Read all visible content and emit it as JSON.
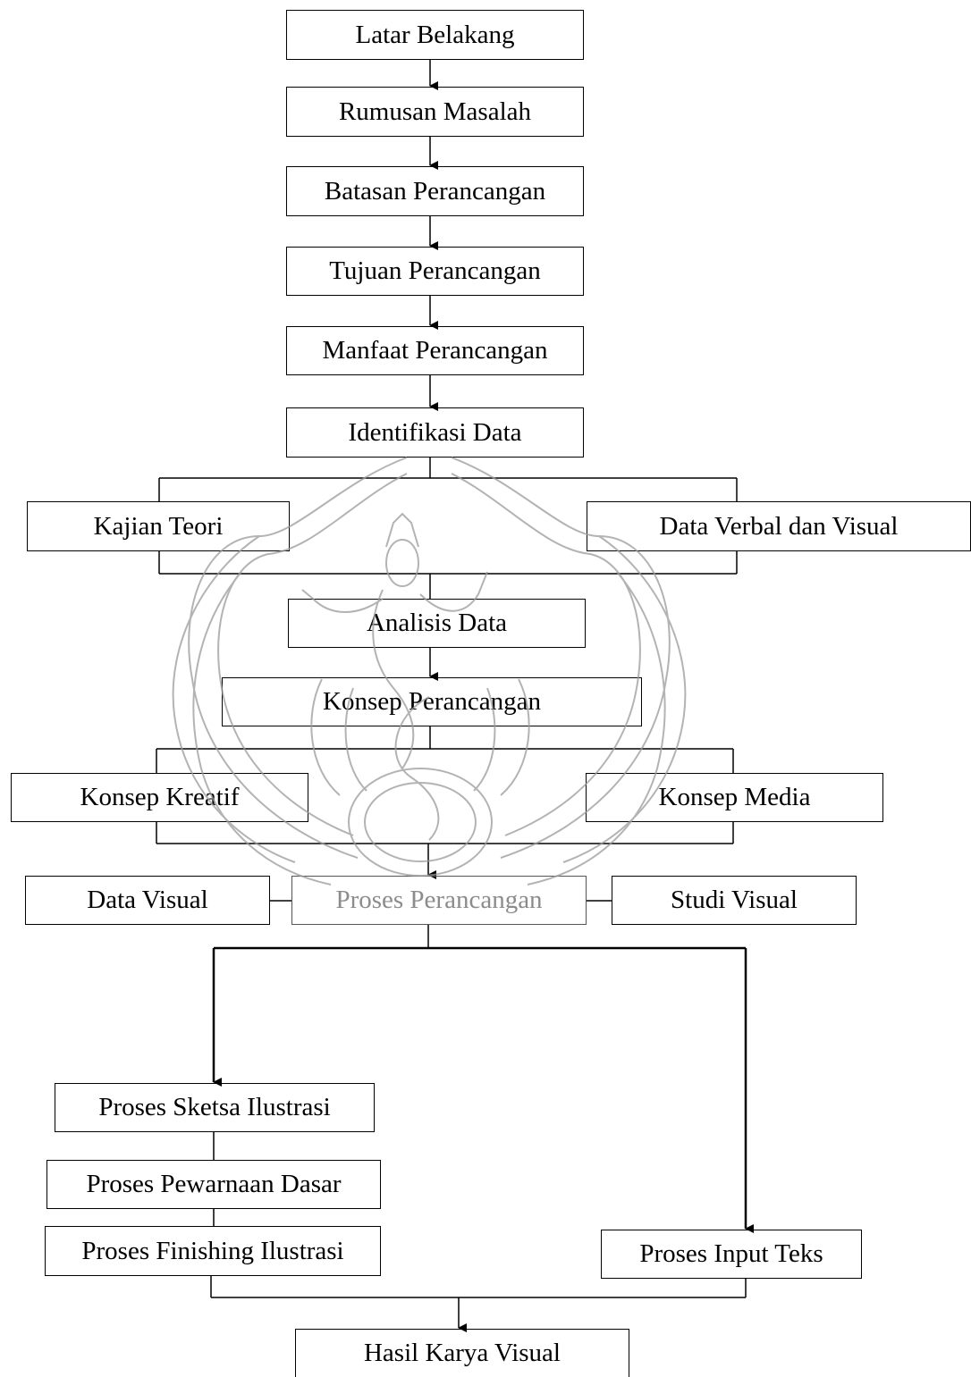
{
  "diagram": {
    "nodes": {
      "latar_belakang": "Latar Belakang",
      "rumusan_masalah": "Rumusan Masalah",
      "batasan_perancangan": "Batasan Perancangan",
      "tujuan_perancangan": "Tujuan Perancangan",
      "manfaat_perancangan": "Manfaat Perancangan",
      "identifikasi_data": "Identifikasi Data",
      "kajian_teori": "Kajian Teori",
      "data_verbal_visual": "Data Verbal dan Visual",
      "analisis_data": "Analisis Data",
      "konsep_perancangan": "Konsep Perancangan",
      "konsep_kreatif": "Konsep Kreatif",
      "konsep_media": "Konsep Media",
      "data_visual": "Data Visual",
      "proses_perancangan": "Proses Perancangan",
      "studi_visual": "Studi Visual",
      "proses_sketsa": "Proses Sketsa Ilustrasi",
      "proses_pewarnaan": "Proses Pewarnaan Dasar",
      "proses_finishing": "Proses Finishing Ilustrasi",
      "proses_input_teks": "Proses Input Teks",
      "hasil_karya": "Hasil Karya Visual"
    },
    "colors": {
      "line": "#000000",
      "watermark": "#b3b3b3"
    }
  }
}
